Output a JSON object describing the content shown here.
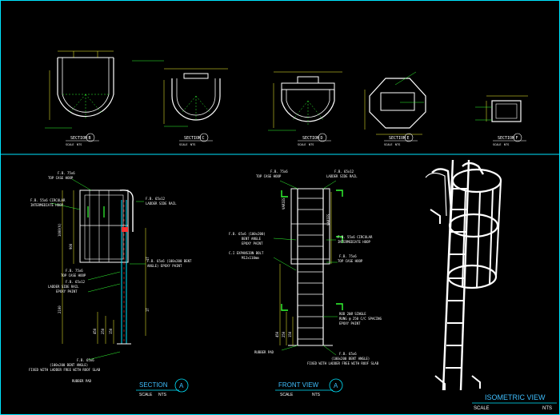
{
  "colors": {
    "background": "#000000",
    "frame": "#00e5ff",
    "dims": "#ffff33",
    "labels": "#7fff3f",
    "outline": "#ffffff",
    "rail": "#ff3030"
  },
  "top_sections": [
    {
      "title": "SECTION",
      "mark": "B",
      "scale_label": "SCALE",
      "scale_value": "NTS"
    },
    {
      "title": "SECTION",
      "mark": "C",
      "scale_label": "SCALE",
      "scale_value": "NTS"
    },
    {
      "title": "SECTION",
      "mark": "D",
      "scale_label": "SCALE",
      "scale_value": "NTS"
    },
    {
      "title": "SECTION",
      "mark": "E",
      "scale_label": "SCALE",
      "scale_value": "NTS"
    },
    {
      "title": "SECTION",
      "mark": "F",
      "scale_label": "SCALE",
      "scale_value": "NTS"
    }
  ],
  "section_view": {
    "title": "SECTION",
    "mark": "A",
    "scale_label": "SCALE",
    "scale_value": "NTS",
    "labels": {
      "fb75_l1": "F.B. 75x6",
      "fb75_l2": "TOP CASE HOOP",
      "fb55_l1": "F.B. 55x6 CIRCULAR",
      "fb55_l2": "INTERMEDIATE HOOP",
      "rail_l1": "F.B. 65x12",
      "rail_l2": "LADDER SIDE RAIL",
      "bent_l1": "F.B. 65x6 (100x200 BENT",
      "bent_l2": "ANGLE) EPOXY PAINT",
      "top2_l1": "F.B. 75x6",
      "top2_l2": "TOP CASE HOOP",
      "side2_l1": "F.B. 65x12",
      "side2_l2": "LADDER SIDE RAIL",
      "side2_l3": "EPOXY PAINT",
      "base_l1": "F.B. 65x6",
      "base_l2": "(100x200 BENT ANGLE)",
      "base_l3": "FIXED WITH LADDER FREE WITH ROOF SLAB",
      "pad": "RUBBER PAD"
    },
    "dims": {
      "d1": "1000(V)",
      "d2": "900",
      "d3": "2100",
      "d4": "450",
      "d5": "250",
      "d6": "150",
      "d7": "1T",
      "d8": "1T"
    }
  },
  "front_view": {
    "title": "FRONT VIEW",
    "mark": "A",
    "scale_label": "SCALE",
    "scale_value": "NTS",
    "labels": {
      "top_l1": "F.B. 75x6",
      "top_l2": "TOP CASE HOOP",
      "rail_l1": "F.B. 65x12",
      "rail_l2": "LADDER SIDE RAIL",
      "bent_l1": "F.B. 65x6 (100x200)",
      "bent_l2": "BENT ANGLE",
      "bent_l3": "EPOXY PAINT",
      "bolt_l1": "C.I EXPANSION BOLT",
      "bolt_l2": "M12x110mm",
      "circ_l1": "F.B. 55x6 CIRCULAR",
      "circ_l2": "INTERMEDIATE HOOP",
      "hoop_l1": "F.B. 75x6",
      "hoop_l2": "TOP CASE HOOP",
      "rod_l1": "ROD 20Ø SINGLE",
      "rod_l2": "RUNG @ 250 C/C SPACING",
      "rod_l3": "EPOXY PAINT",
      "pad": "RUBBER PAD",
      "base_l1": "F.B. 65x6",
      "base_l2": "(100x200 BENT ANGLE)",
      "base_l3": "FIXED WITH LADDER FREE WITH ROOF SLAB"
    },
    "dims": {
      "d1": "VARIES",
      "d2": "VARIES",
      "d3": "450",
      "d4": "250",
      "d5": "150"
    }
  },
  "isometric_view": {
    "title": "ISOMETRIC VIEW",
    "scale_label": "SCALE",
    "scale_value": "NTS"
  }
}
